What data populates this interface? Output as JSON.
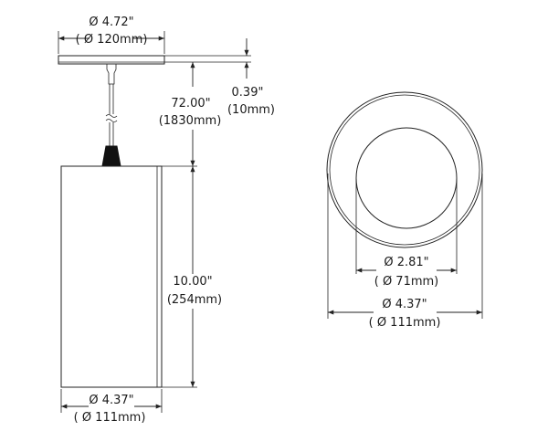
{
  "side_view": {
    "canopy": {
      "diameter_in": "Ø 4.72\"",
      "diameter_mm": "( Ø 120mm)"
    },
    "canopy_thickness": {
      "in": "0.39\"",
      "mm": "(10mm)"
    },
    "cord_length": {
      "in": "72.00\"",
      "mm": "(1830mm)"
    },
    "cylinder_height": {
      "in": "10.00\"",
      "mm": "(254mm)"
    },
    "cylinder_diameter": {
      "in": "Ø 4.37\"",
      "mm": "( Ø 111mm)"
    }
  },
  "bottom_view": {
    "inner_diameter": {
      "in": "Ø 2.81\"",
      "mm": "( Ø 71mm)"
    },
    "outer_diameter": {
      "in": "Ø 4.37\"",
      "mm": "( Ø 111mm)"
    }
  }
}
